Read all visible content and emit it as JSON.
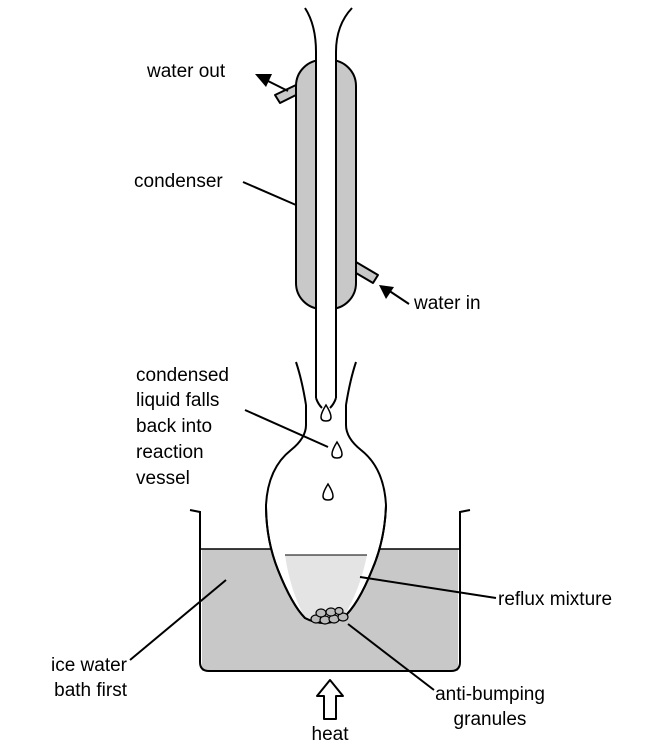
{
  "labels": {
    "water_out": "water out",
    "condenser": "condenser",
    "water_in": "water in",
    "condensed_lines": [
      "condensed",
      "liquid falls",
      "back into",
      "reaction",
      "vessel"
    ],
    "reflux_mixture": "reflux mixture",
    "ice_water_lines": [
      "ice water",
      "bath first"
    ],
    "anti_bumping_lines": [
      "anti-bumping",
      "granules"
    ],
    "heat": "heat"
  },
  "colors": {
    "outline": "#000000",
    "water_jacket": "#c8c8c8",
    "ice_water": "#c8c8c8",
    "reflux_liquid": "#e4e4e4",
    "glass": "#ffffff"
  }
}
